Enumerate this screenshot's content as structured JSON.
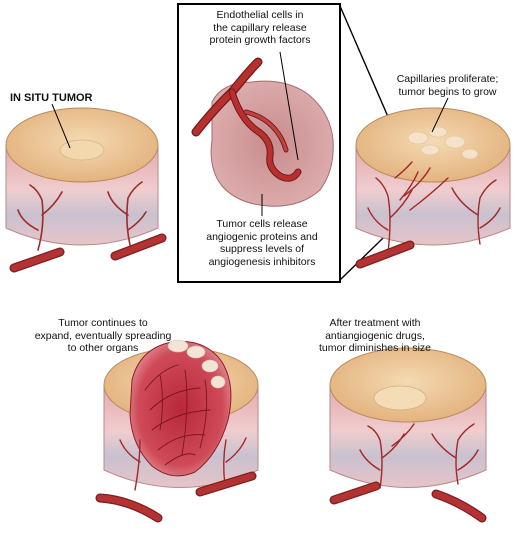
{
  "labels": {
    "in_situ": "IN SITU TUMOR",
    "endothelial": "Endothelial cells in\nthe capillary release\nprotein growth factors",
    "capillaries": "Capillaries proliferate;\ntumor begins to grow",
    "tumor_cells": "Tumor cells release\nangiogenic proteins and\nsuppress levels of\nangiogenesis inhibitors",
    "continues": "Tumor continues to\nexpand, eventually spreading\nto other organs",
    "after": "After treatment with\nantiangiogenic drugs,\ntumor diminishes in size"
  },
  "colors": {
    "tissue_top": "#e9c08e",
    "tissue_top_light": "#f3d9b0",
    "tissue_side": "#e6b8bc",
    "tissue_band": "#c9c1cf",
    "vessel": "#b52d2d",
    "tumor": "#c42a3a",
    "inset_fill": "#d39898",
    "outline": "#000000"
  }
}
